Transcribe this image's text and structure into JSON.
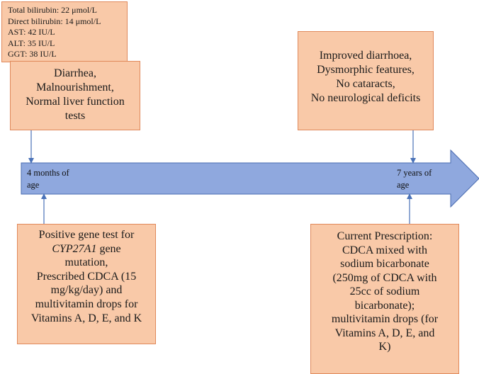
{
  "lab_results": {
    "lines": [
      "Total bilirubin: 22 μmol/L",
      "Direct bilirubin: 14 μmol/L",
      "AST: 42 IU/L",
      "ALT: 35 IU/L",
      "GGT: 38 IU/L"
    ]
  },
  "initial_presentation": {
    "lines": [
      "Diarrhea,",
      "Malnourishment,",
      "Normal liver function",
      "tests"
    ]
  },
  "follow_up": {
    "lines": [
      "Improved diarrhoea,",
      "Dysmorphic features,",
      "No cataracts,",
      "No neurological deficits"
    ]
  },
  "timeline": {
    "start_label": [
      "4 months of",
      "age"
    ],
    "end_label": [
      "7 years of",
      "age"
    ]
  },
  "diagnosis_treatment": {
    "line1": "Positive gene test for",
    "gene_name": "CYP27A1",
    "gene_suffix": " gene",
    "rest": [
      "mutation,",
      "Prescribed CDCA (15",
      "mg/kg/day) and",
      "multivitamin drops for",
      "Vitamins A, D, E, and K"
    ]
  },
  "current_prescription": {
    "lines": [
      "Current Prescription:",
      "CDCA mixed with",
      "sodium bicarbonate",
      "(250mg of CDCA with",
      "25cc of sodium",
      "bicarbonate);",
      "multivitamin drops (for",
      "Vitamins A, D, E, and",
      "K)"
    ]
  },
  "colors": {
    "box_fill": "#f9c9a8",
    "box_border": "#e0895b",
    "arrow_fill": "#8fa8de",
    "arrow_stroke": "#4a6cb0",
    "connector": "#4a72b8"
  }
}
